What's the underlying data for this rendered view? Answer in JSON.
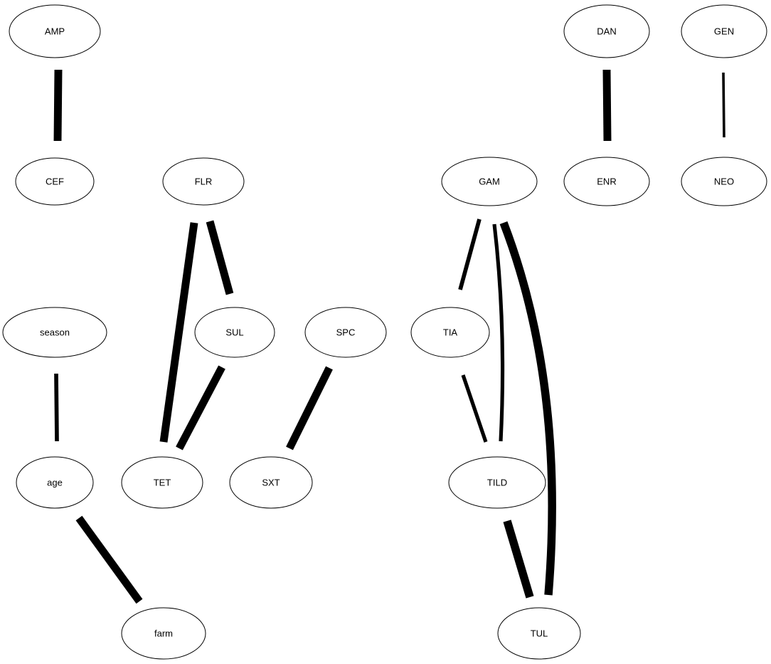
{
  "nodes": [
    {
      "id": "AMP",
      "label": "AMP"
    },
    {
      "id": "CEF",
      "label": "CEF"
    },
    {
      "id": "FLR",
      "label": "FLR"
    },
    {
      "id": "DAN",
      "label": "DAN"
    },
    {
      "id": "ENR",
      "label": "ENR"
    },
    {
      "id": "GEN",
      "label": "GEN"
    },
    {
      "id": "NEO",
      "label": "NEO"
    },
    {
      "id": "GAM",
      "label": "GAM"
    },
    {
      "id": "season",
      "label": "season"
    },
    {
      "id": "SUL",
      "label": "SUL"
    },
    {
      "id": "SPC",
      "label": "SPC"
    },
    {
      "id": "TIA",
      "label": "TIA"
    },
    {
      "id": "age",
      "label": "age"
    },
    {
      "id": "TET",
      "label": "TET"
    },
    {
      "id": "SXT",
      "label": "SXT"
    },
    {
      "id": "TILD",
      "label": "TILD"
    },
    {
      "id": "farm",
      "label": "farm"
    },
    {
      "id": "TUL",
      "label": "TUL"
    }
  ],
  "edges": [
    {
      "source": "AMP",
      "target": "CEF",
      "weight": 0.9
    },
    {
      "source": "DAN",
      "target": "ENR",
      "weight": 0.9
    },
    {
      "source": "GEN",
      "target": "NEO",
      "weight": 0.2
    },
    {
      "source": "FLR",
      "target": "TET",
      "weight": 0.9
    },
    {
      "source": "FLR",
      "target": "SUL",
      "weight": 0.9
    },
    {
      "source": "SUL",
      "target": "TET",
      "weight": 0.9
    },
    {
      "source": "SPC",
      "target": "SXT",
      "weight": 0.9
    },
    {
      "source": "season",
      "target": "age",
      "weight": 0.4
    },
    {
      "source": "age",
      "target": "farm",
      "weight": 0.9
    },
    {
      "source": "GAM",
      "target": "TIA",
      "weight": 0.4
    },
    {
      "source": "GAM",
      "target": "TILD",
      "weight": 0.35
    },
    {
      "source": "GAM",
      "target": "TUL",
      "weight": 0.95
    },
    {
      "source": "TIA",
      "target": "TILD",
      "weight": 0.35
    },
    {
      "source": "TILD",
      "target": "TUL",
      "weight": 0.95
    }
  ]
}
